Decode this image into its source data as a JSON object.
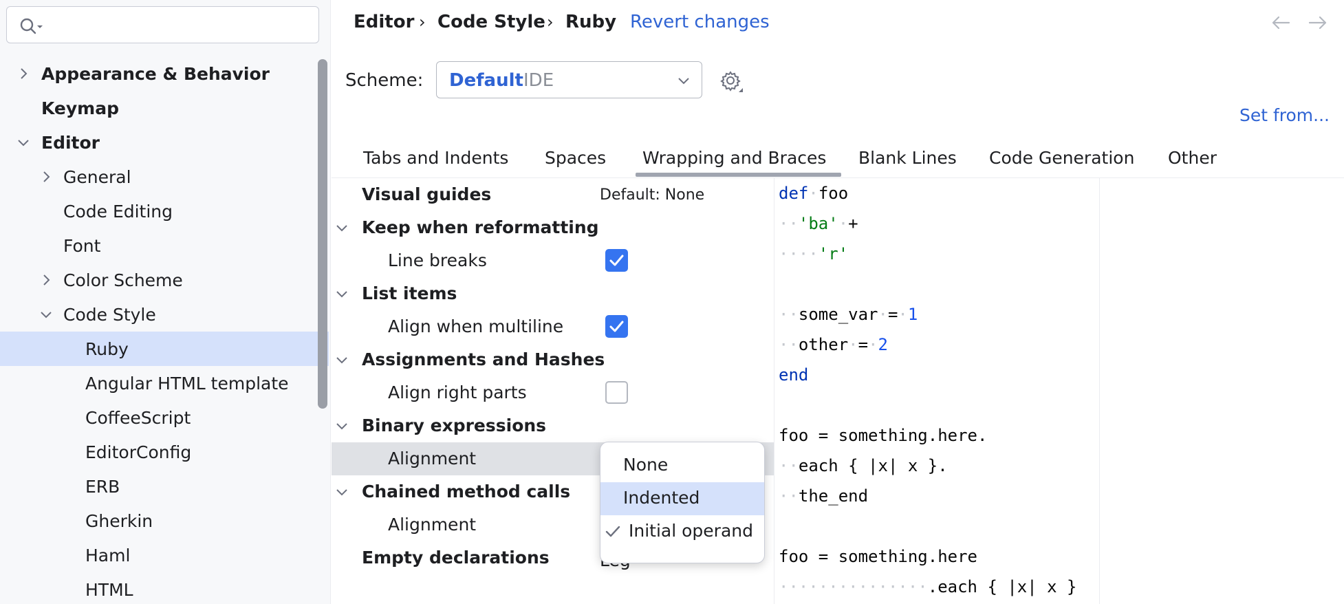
{
  "search": {
    "placeholder": ""
  },
  "sidebar": {
    "items": [
      {
        "label": "Appearance & Behavior",
        "bold": true
      },
      {
        "label": "Keymap",
        "bold": true
      },
      {
        "label": "Editor",
        "bold": true
      },
      {
        "label": "General"
      },
      {
        "label": "Code Editing"
      },
      {
        "label": "Font"
      },
      {
        "label": "Color Scheme"
      },
      {
        "label": "Code Style"
      },
      {
        "label": "Ruby",
        "selected": true
      },
      {
        "label": "Angular HTML template"
      },
      {
        "label": "CoffeeScript"
      },
      {
        "label": "EditorConfig"
      },
      {
        "label": "ERB"
      },
      {
        "label": "Gherkin"
      },
      {
        "label": "Haml"
      },
      {
        "label": "HTML"
      }
    ]
  },
  "header": {
    "breadcrumb": [
      "Editor",
      "Code Style",
      "Ruby"
    ],
    "separator": "›",
    "revert_label": "Revert changes"
  },
  "scheme": {
    "label": "Scheme:",
    "name": "Default",
    "type": "IDE",
    "set_from": "Set from..."
  },
  "tabs": [
    {
      "label": "Tabs and Indents"
    },
    {
      "label": "Spaces"
    },
    {
      "label": "Wrapping and Braces",
      "active": true
    },
    {
      "label": "Blank Lines"
    },
    {
      "label": "Code Generation"
    },
    {
      "label": "Other"
    }
  ],
  "settings": {
    "visual_guides": {
      "label": "Visual guides",
      "value": "Default: None"
    },
    "groups": [
      {
        "title": "Keep when reformatting",
        "option": "Line breaks",
        "checked": true
      },
      {
        "title": "List items",
        "option": "Align when multiline",
        "checked": true
      },
      {
        "title": "Assignments and Hashes",
        "option": "Align right parts",
        "checked": false
      },
      {
        "title": "Binary expressions",
        "option": "Alignment"
      },
      {
        "title": "Chained method calls",
        "option": "Alignment"
      }
    ],
    "empty_declarations": "Empty declarations",
    "empty_declarations_value_partial": "Leg"
  },
  "popup": {
    "options": [
      {
        "label": "None"
      },
      {
        "label": "Indented",
        "hovered": true
      },
      {
        "label": "Initial operand",
        "checked": true
      }
    ]
  },
  "code_preview": {
    "lines": [
      {
        "l1": "def",
        "l2": "foo"
      },
      {
        "s": "'ba'",
        "op": "+"
      },
      {
        "s": "'r'"
      },
      {
        "id": "some_var",
        "op": "=",
        "n": "1"
      },
      {
        "id": "other",
        "op": "=",
        "n": "2"
      },
      {
        "kw": "end"
      },
      {
        "text": "foo = something.here."
      },
      {
        "text": "each { |x| x }."
      },
      {
        "text": "the_end"
      },
      {
        "text": "foo = something.here"
      },
      {
        "text": ".each { |x| x }"
      }
    ]
  },
  "colors": {
    "accent": "#3574f0",
    "link": "#2f63d3",
    "selection": "#d5e1fb",
    "keyword": "#0033b3",
    "string": "#067d17",
    "number": "#1750eb"
  }
}
